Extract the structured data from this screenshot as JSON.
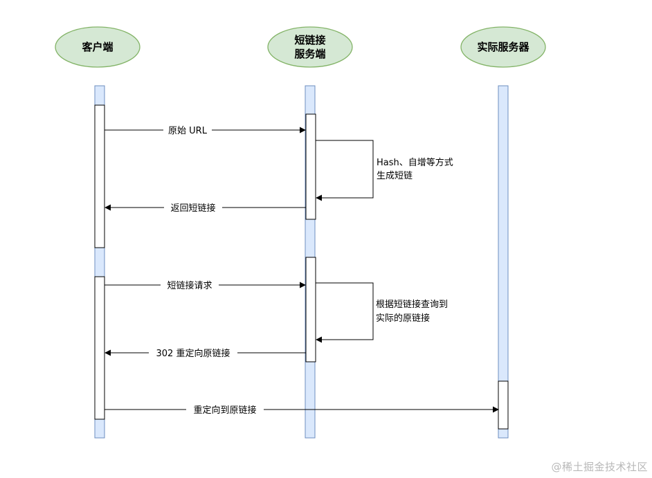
{
  "actors": [
    {
      "id": "client",
      "lines": [
        "客户端"
      ]
    },
    {
      "id": "shortener",
      "lines": [
        "短链接",
        "服务端"
      ]
    },
    {
      "id": "origin",
      "lines": [
        "实际服务器"
      ]
    }
  ],
  "messages": [
    {
      "label": "原始 URL"
    },
    {
      "label": "返回短链接"
    },
    {
      "label": "短链接请求"
    },
    {
      "label": "302 重定向原链接"
    },
    {
      "label": "重定向到原链接"
    }
  ],
  "self_notes": [
    {
      "lines": [
        "Hash、自增等方式",
        "生成短链"
      ]
    },
    {
      "lines": [
        "根据短链接查询到",
        "实际的原链接"
      ]
    }
  ],
  "colors": {
    "actor_fill": "#d5e8d4",
    "actor_stroke": "#82b366",
    "lifeline_fill": "#dae8fc",
    "lifeline_stroke": "#6c8ebf",
    "activation_fill": "#ffffff",
    "line": "#000000"
  },
  "watermark": "@稀土掘金技术社区"
}
